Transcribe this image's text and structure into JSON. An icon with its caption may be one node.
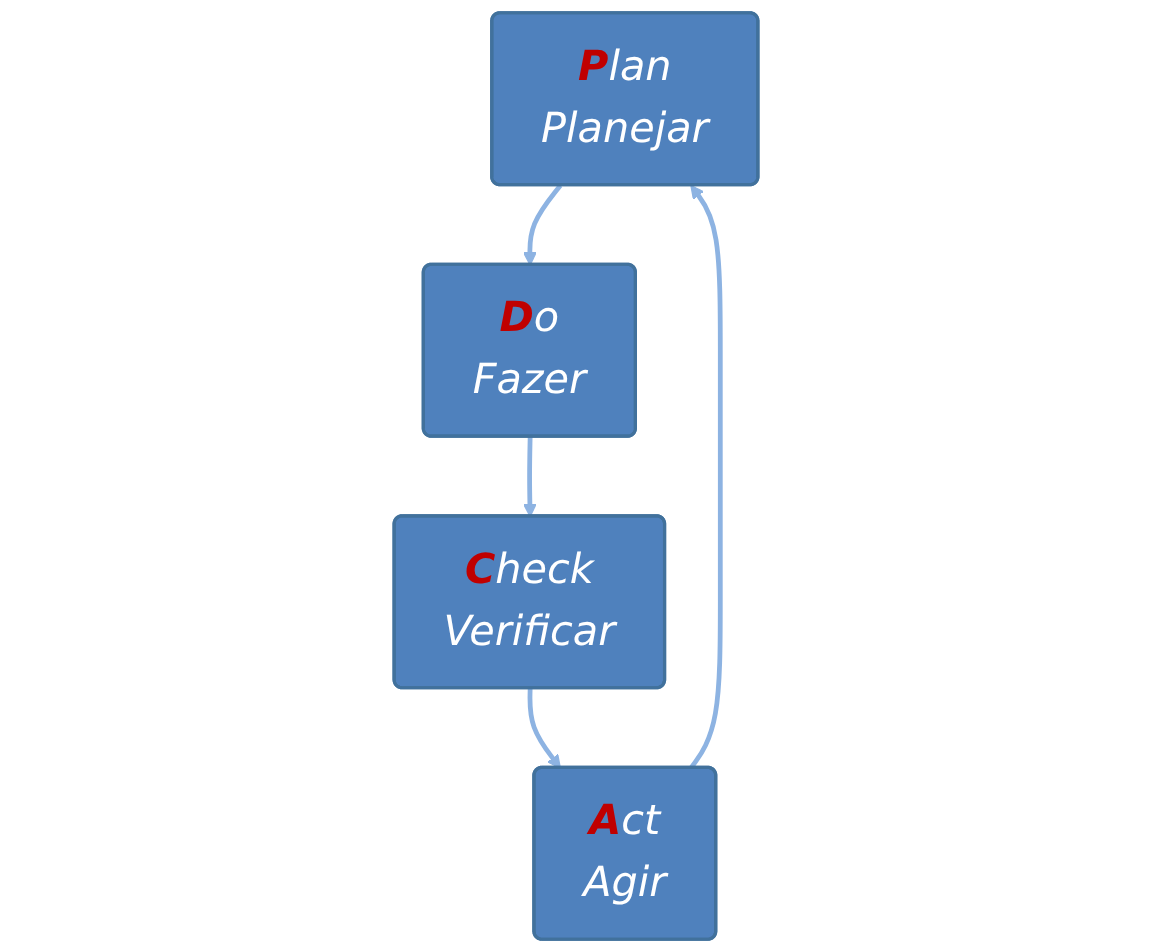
{
  "diagram": {
    "nodes": [
      {
        "text": [
          "**P**lan",
          "Planejar"
        ]
      },
      {
        "text": [
          "**D**o",
          "Fazer"
        ]
      },
      {
        "text": [
          "**C**heck",
          "Verificar"
        ]
      },
      {
        "text": [
          "**A**ct",
          "Agir"
        ]
      }
    ],
    "edges": [
      {
        "from": 0,
        "to": 1,
        "arrow": "to"
      },
      {
        "from": 1,
        "to": 2,
        "arrow": "to"
      },
      {
        "from": 2,
        "to": 3,
        "arrow": "to"
      },
      {
        "from": 3,
        "to": 0,
        "arrow": "to"
      }
    ]
  }
}
